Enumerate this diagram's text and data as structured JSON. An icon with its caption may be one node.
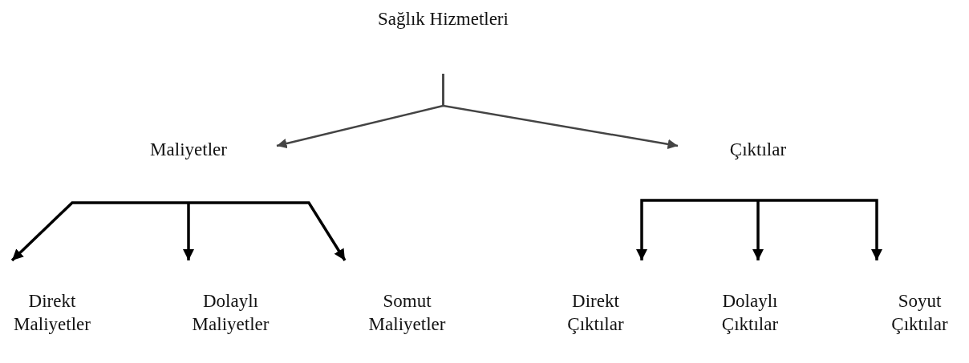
{
  "diagram": {
    "nodes": [
      {
        "text": [
          "Sağlık Hizmetleri"
        ]
      },
      {
        "text": [
          "Maliyetler"
        ]
      },
      {
        "text": [
          "Çıktılar"
        ]
      },
      {
        "text": [
          "Direkt Maliyetler"
        ]
      },
      {
        "text": [
          "Dolaylı Maliyetler"
        ]
      },
      {
        "text": [
          "Somut Maliyetler"
        ]
      },
      {
        "text": [
          "Direkt Çıktılar"
        ]
      },
      {
        "text": [
          "Dolaylı Çıktılar"
        ]
      },
      {
        "text": [
          "Soyut Çıktılar"
        ]
      }
    ],
    "edges": [
      {
        "from": 0,
        "to": 1,
        "arrow": "to",
        "color": "#444444"
      },
      {
        "from": 0,
        "to": 2,
        "arrow": "to",
        "color": "#444444"
      },
      {
        "from": 1,
        "to": 3,
        "arrow": "to"
      },
      {
        "from": 1,
        "to": 4,
        "arrow": "to"
      },
      {
        "from": 1,
        "to": 5,
        "arrow": "to"
      },
      {
        "from": 2,
        "to": 6,
        "arrow": "to"
      },
      {
        "from": 2,
        "to": 7,
        "arrow": "to"
      },
      {
        "from": 2,
        "to": 8,
        "arrow": "to"
      }
    ]
  }
}
